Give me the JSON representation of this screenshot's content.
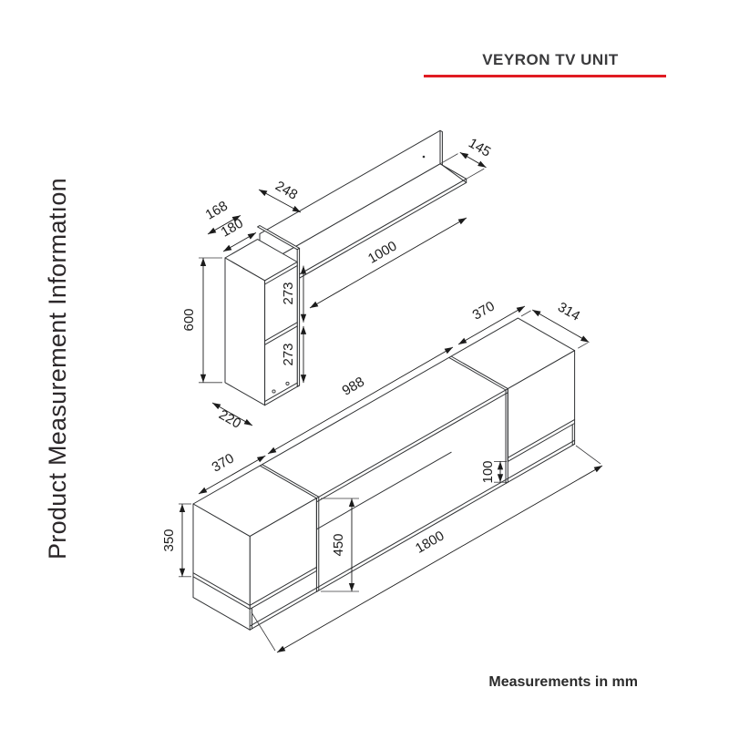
{
  "header": {
    "title": "VEYRON TV UNIT"
  },
  "sidebar_label": "Product Measurement Informatıon",
  "footer_note": "Measurements in mm",
  "colors": {
    "accent_red": "#e01b22",
    "line_dark": "#303234",
    "label_text": "#1c1c1c"
  },
  "wall_shelf_unit": {
    "name": "wall shelf with hanging cabinet",
    "dims": {
      "cabinet_top_width": "168",
      "cabinet_width": "180",
      "back_to_front_depth": "248",
      "shelf_depth": "145",
      "shelf_length": "1000",
      "upper_compartment_height": "273",
      "lower_compartment_height": "273",
      "cabinet_height": "600",
      "cabinet_depth": "220"
    }
  },
  "tv_stand_unit": {
    "name": "tv stand",
    "dims": {
      "left_door_width": "370",
      "right_door_width": "370",
      "depth": "314",
      "middle_span": "988",
      "bottom_gap": "100",
      "door_height": "350",
      "side_panel_height": "450",
      "total_length": "1800"
    }
  }
}
